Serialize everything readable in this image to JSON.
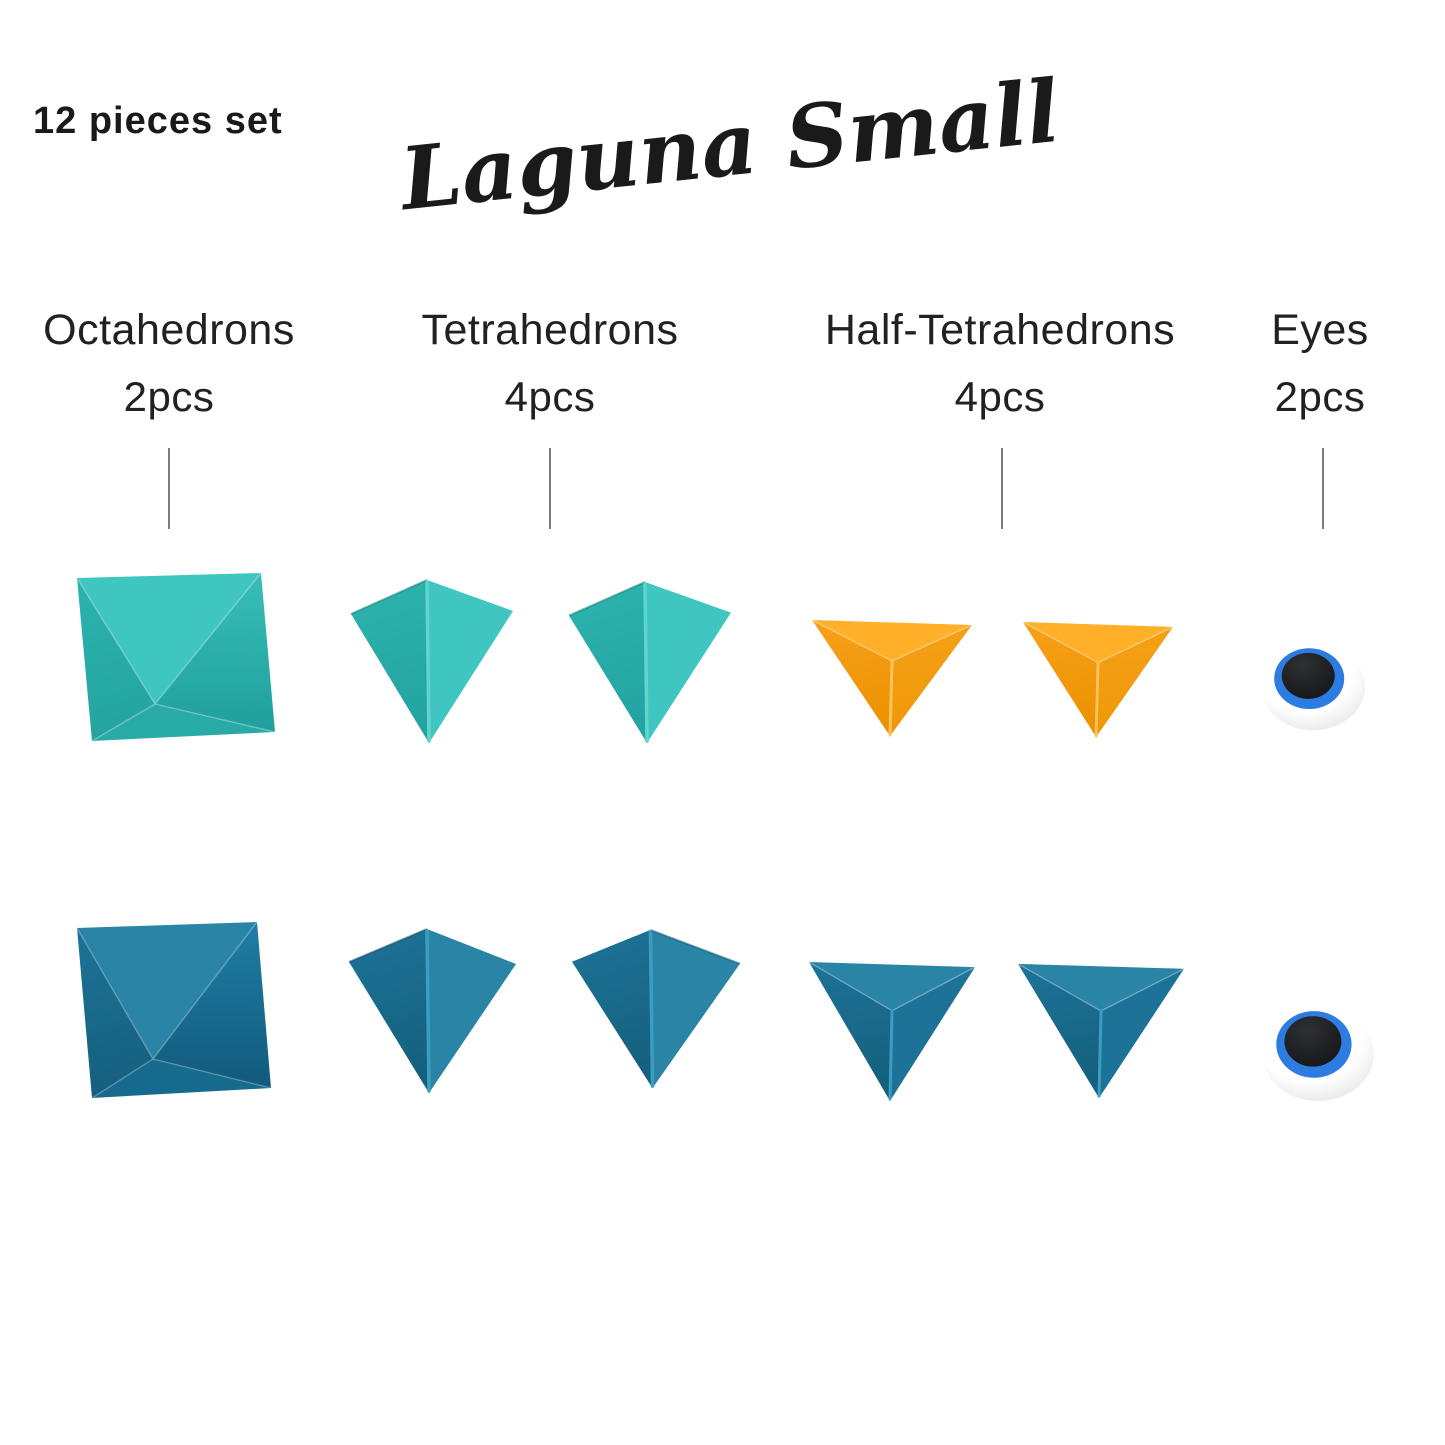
{
  "header": {
    "pieces_label": "12 pieces set",
    "title": "Laguna Small"
  },
  "columns": [
    {
      "name": "Octahedrons",
      "count": "2pcs"
    },
    {
      "name": "Tetrahedrons",
      "count": "4pcs"
    },
    {
      "name": "Half-Tetrahedrons",
      "count": "4pcs"
    },
    {
      "name": "Eyes",
      "count": "2pcs"
    }
  ],
  "pieces": {
    "row1": [
      {
        "shape": "octahedron",
        "color": "turquoise"
      },
      {
        "shape": "tetrahedron",
        "color": "turquoise"
      },
      {
        "shape": "tetrahedron",
        "color": "turquoise"
      },
      {
        "shape": "half-tetrahedron",
        "color": "amber"
      },
      {
        "shape": "half-tetrahedron",
        "color": "amber"
      },
      {
        "shape": "eye",
        "color": "white / blue / black"
      }
    ],
    "row2": [
      {
        "shape": "octahedron",
        "color": "petrol blue"
      },
      {
        "shape": "tetrahedron",
        "color": "petrol blue"
      },
      {
        "shape": "tetrahedron",
        "color": "petrol blue"
      },
      {
        "shape": "half-tetrahedron",
        "color": "petrol blue"
      },
      {
        "shape": "half-tetrahedron",
        "color": "petrol blue"
      },
      {
        "shape": "eye",
        "color": "white / blue / black"
      }
    ]
  },
  "colors": {
    "turquoise": {
      "top": "#3FC6C0",
      "left": "#2DB3AF",
      "left_dark": "#23A4A0",
      "side": "#38BEBA",
      "deep": "#1F9F9C",
      "bottom": "#28ABA7",
      "ridge": "#60D4CE",
      "back_edge": "#137D7A"
    },
    "petrol": {
      "top": "#2A84A6",
      "left": "#1D7397",
      "left_dark": "#15607F",
      "side": "#1F7EA5",
      "deep": "#115A7C",
      "bottom": "#156A8E",
      "ridge": "#3C9DC3",
      "back_edge": "#0D4A66"
    },
    "amber": {
      "top": "#FFAF28",
      "left": "#F7A11C",
      "left_dark": "#EC9200",
      "right": "#F5A117",
      "right_dark": "#EF9708",
      "ridge": "#FFC45A"
    },
    "eye": {
      "dome": "#FFFFFF",
      "dome_edge": "#DEDEDE",
      "iris": "#2C7CE2",
      "pupil_hi": "#2E3033",
      "pupil": "#121315"
    },
    "leader_line": "#7C7C7C",
    "ink": "#1A1A1A"
  }
}
